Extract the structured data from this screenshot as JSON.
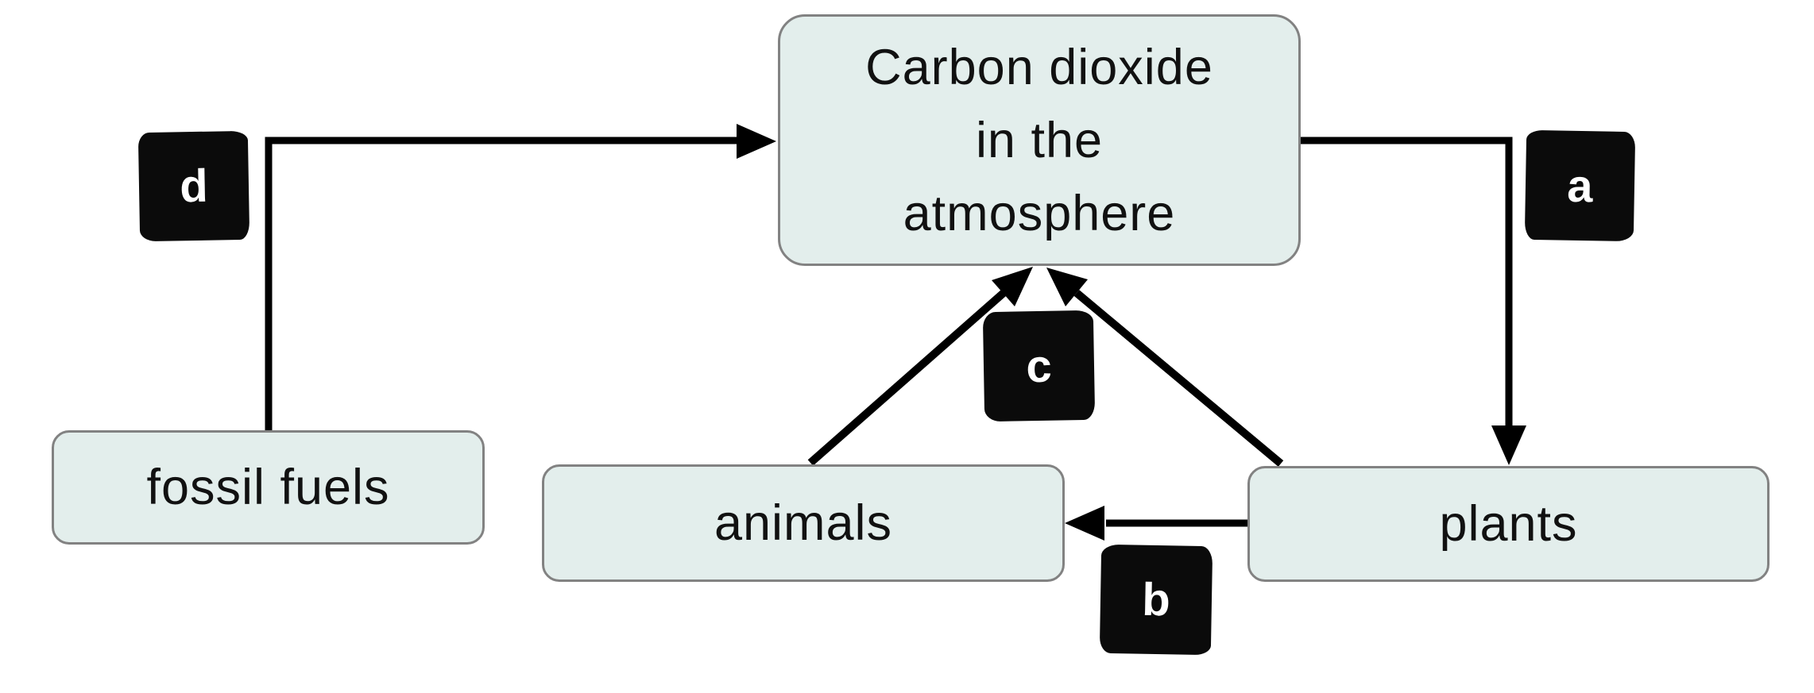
{
  "diagram": {
    "type": "flow-diagram",
    "topic": "carbon cycle",
    "background": "#ffffff",
    "colors": {
      "node_fill": "#e3eeec",
      "node_border": "#828282",
      "node_text": "#111111",
      "arrow": "#000000",
      "badge_fill": "#0b0b0b",
      "badge_text": "#ffffff"
    },
    "nodes": [
      {
        "id": "carbon-dioxide",
        "label": "Carbon dioxide in the atmosphere",
        "lines": [
          "Carbon dioxide",
          "in the",
          "atmosphere"
        ]
      },
      {
        "id": "fossil-fuels",
        "label": "fossil fuels"
      },
      {
        "id": "animals",
        "label": "animals"
      },
      {
        "id": "plants",
        "label": "plants"
      }
    ],
    "edges": [
      {
        "label": "a",
        "from": "Carbon dioxide in the atmosphere",
        "to": "plants"
      },
      {
        "label": "b",
        "from": "plants",
        "to": "animals"
      },
      {
        "label": "c",
        "from": "animals and plants",
        "to": "Carbon dioxide in the atmosphere"
      },
      {
        "label": "d",
        "from": "fossil fuels",
        "to": "Carbon dioxide in the atmosphere"
      }
    ]
  }
}
